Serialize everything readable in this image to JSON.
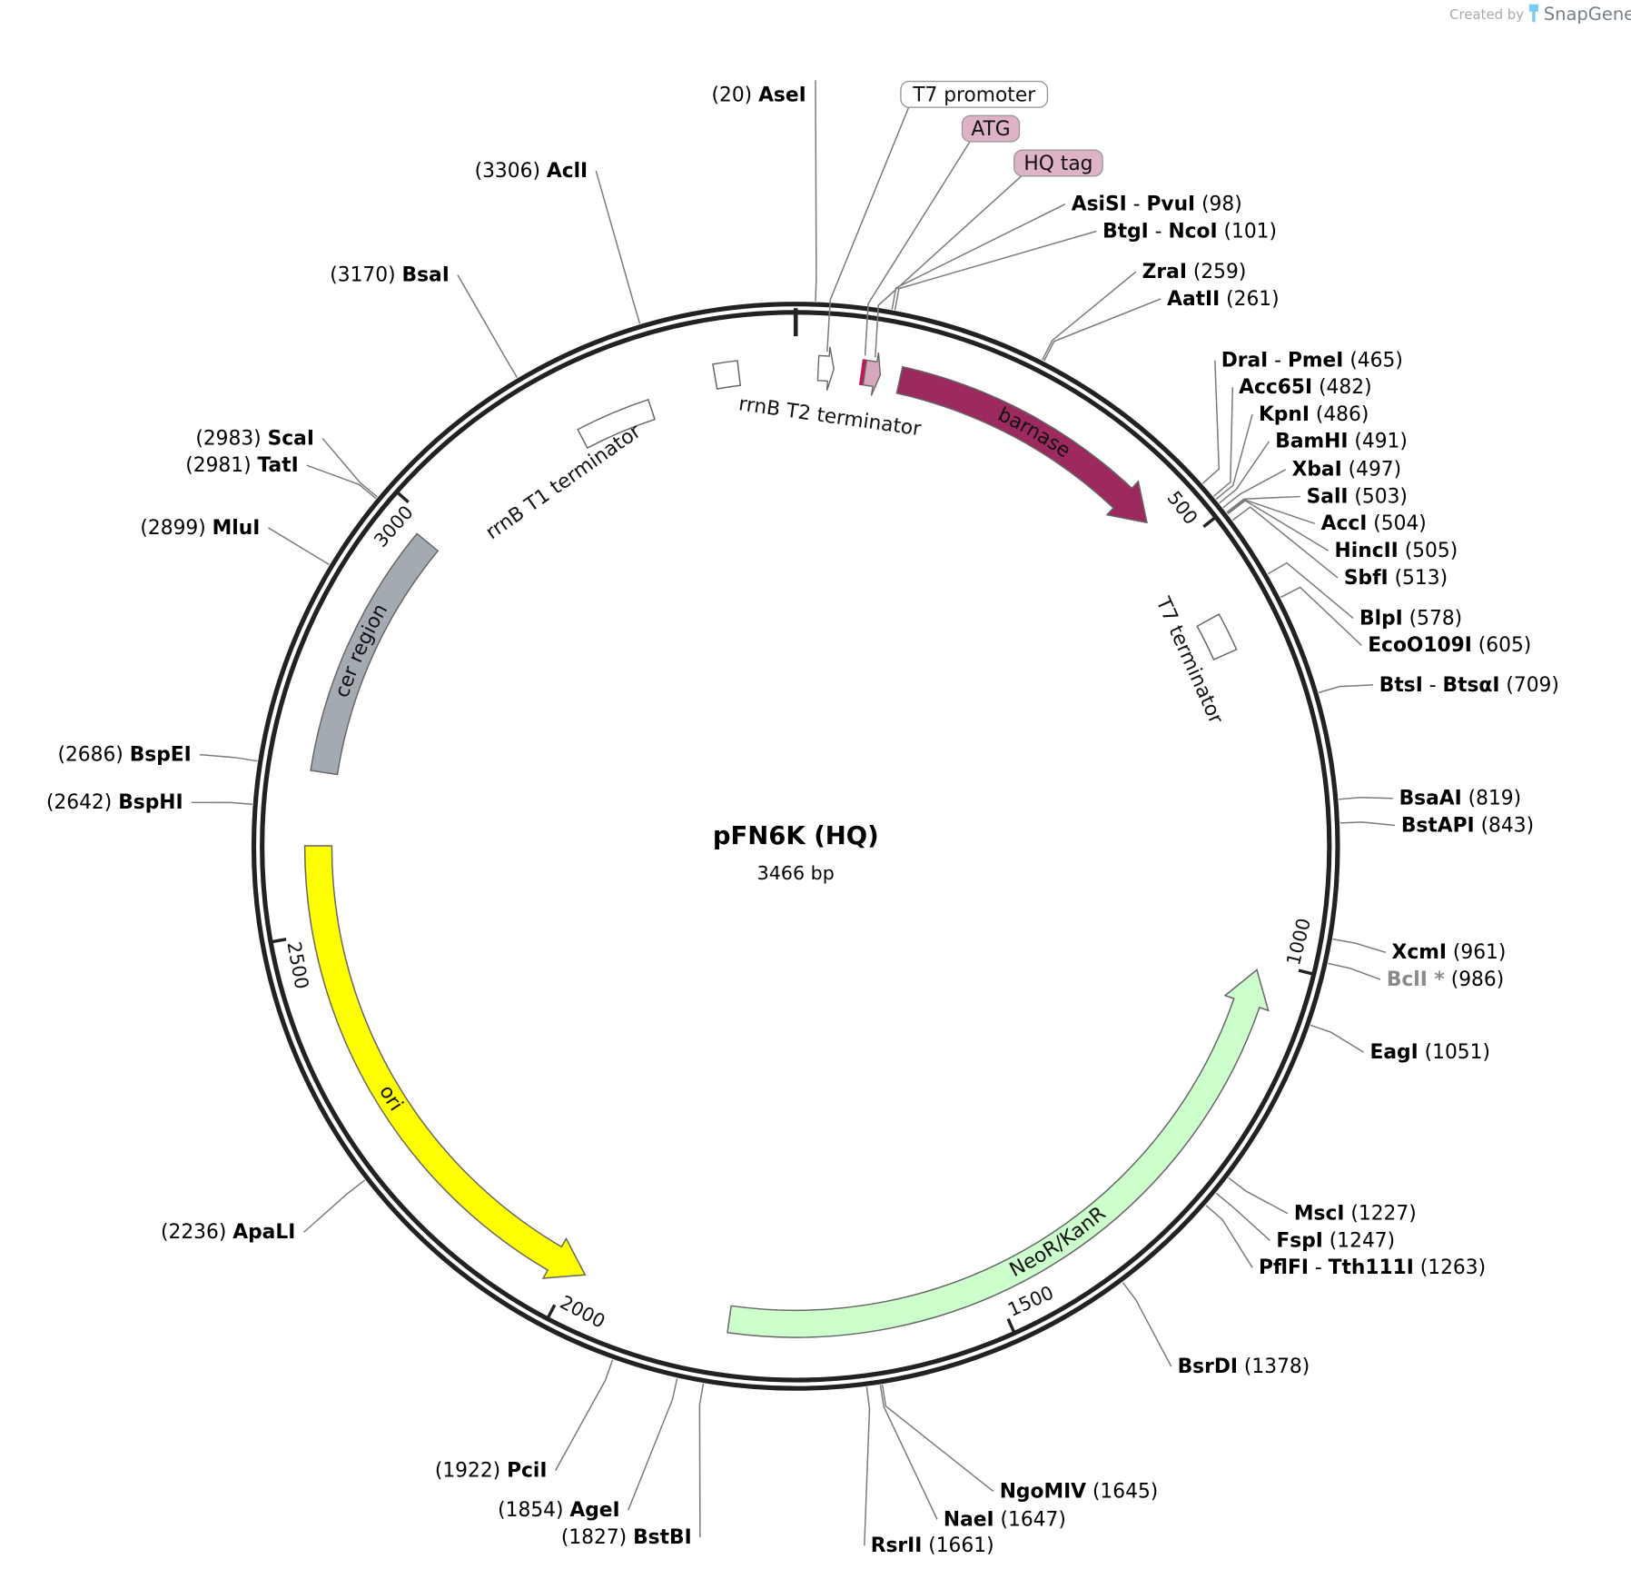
{
  "watermark": {
    "created_by": "Created by",
    "brand": "SnapGene"
  },
  "plasmid": {
    "name": "pFN6K (HQ)",
    "length_label": "3466 bp",
    "length": 3466
  },
  "ticks": [
    500,
    1000,
    1500,
    2000,
    2500,
    3000
  ],
  "enzymes": [
    {
      "names": [
        "AseI"
      ],
      "pos": 20
    },
    {
      "names": [
        "AsiSI",
        "PvuI"
      ],
      "pos": 98
    },
    {
      "names": [
        "BtgI",
        "NcoI"
      ],
      "pos": 101
    },
    {
      "names": [
        "ZraI"
      ],
      "pos": 259
    },
    {
      "names": [
        "AatII"
      ],
      "pos": 261
    },
    {
      "names": [
        "DraI",
        "PmeI"
      ],
      "pos": 465
    },
    {
      "names": [
        "Acc65I"
      ],
      "pos": 482
    },
    {
      "names": [
        "KpnI"
      ],
      "pos": 486
    },
    {
      "names": [
        "BamHI"
      ],
      "pos": 491
    },
    {
      "names": [
        "XbaI"
      ],
      "pos": 497
    },
    {
      "names": [
        "SalI"
      ],
      "pos": 503
    },
    {
      "names": [
        "AccI"
      ],
      "pos": 504
    },
    {
      "names": [
        "HincII"
      ],
      "pos": 505
    },
    {
      "names": [
        "SbfI"
      ],
      "pos": 513
    },
    {
      "names": [
        "BlpI"
      ],
      "pos": 578
    },
    {
      "names": [
        "EcoO109I"
      ],
      "pos": 605
    },
    {
      "names": [
        "BtsI",
        "BtsαI"
      ],
      "pos": 709
    },
    {
      "names": [
        "BsaAI"
      ],
      "pos": 819
    },
    {
      "names": [
        "BstAPI"
      ],
      "pos": 843
    },
    {
      "names": [
        "XcmI"
      ],
      "pos": 961
    },
    {
      "names": [
        "BclI *"
      ],
      "pos": 986,
      "color": "#8a8a8a"
    },
    {
      "names": [
        "EagI"
      ],
      "pos": 1051
    },
    {
      "names": [
        "MscI"
      ],
      "pos": 1227
    },
    {
      "names": [
        "FspI"
      ],
      "pos": 1247
    },
    {
      "names": [
        "PflFI",
        "Tth111I"
      ],
      "pos": 1263
    },
    {
      "names": [
        "BsrDI"
      ],
      "pos": 1378
    },
    {
      "names": [
        "NgoMIV"
      ],
      "pos": 1645
    },
    {
      "names": [
        "NaeI"
      ],
      "pos": 1647
    },
    {
      "names": [
        "RsrII"
      ],
      "pos": 1661
    },
    {
      "names": [
        "BstBI"
      ],
      "pos": 1827
    },
    {
      "names": [
        "AgeI"
      ],
      "pos": 1854
    },
    {
      "names": [
        "PciI"
      ],
      "pos": 1922
    },
    {
      "names": [
        "ApaLI"
      ],
      "pos": 2236
    },
    {
      "names": [
        "BspHI"
      ],
      "pos": 2642
    },
    {
      "names": [
        "BspEI"
      ],
      "pos": 2686
    },
    {
      "names": [
        "MluI"
      ],
      "pos": 2899
    },
    {
      "names": [
        "TatI"
      ],
      "pos": 2981
    },
    {
      "names": [
        "ScaI"
      ],
      "pos": 2983
    },
    {
      "names": [
        "BsaI"
      ],
      "pos": 3170
    },
    {
      "names": [
        "AclI"
      ],
      "pos": 3306
    }
  ],
  "features": [
    {
      "label": "barnase",
      "start": 121,
      "end": 456,
      "direction": "forward",
      "color": "#9c2a5e",
      "text_color": "#ffffff"
    },
    {
      "label": "NeoR/KanR",
      "start": 1011,
      "end": 1810,
      "direction": "reverse",
      "color": "#ccffcc",
      "text_color": "#111111"
    },
    {
      "label": "ori",
      "start": 1985,
      "end": 2600,
      "direction": "reverse",
      "color": "#ffff00",
      "text_color": "#111111"
    },
    {
      "label": "cer region",
      "start": 2685,
      "end": 2980,
      "direction": "none",
      "color": "#a4aab2",
      "text_color": "#111111"
    },
    {
      "label": "rrnB T1 terminator",
      "start": 3200,
      "end": 3290,
      "direction": "none",
      "color": "#ffffff",
      "text_color": "#111111"
    },
    {
      "label": "rrnB T2 terminator",
      "start": 3372,
      "end": 3400,
      "direction": "none",
      "color": "#ffffff",
      "text_color": "#111111"
    },
    {
      "label": "T7 terminator",
      "start": 590,
      "end": 635,
      "direction": "none",
      "color": "#ffffff",
      "text_color": "#111111"
    }
  ],
  "small_features": [
    {
      "label": "T7 promoter",
      "start": 26,
      "end": 44,
      "color": "#ffffff"
    },
    {
      "label": "ATG",
      "start": 76,
      "end": 79,
      "color": "#c2185b"
    },
    {
      "label": "HQ tag",
      "start": 80,
      "end": 98,
      "color": "#d7a7bd"
    }
  ]
}
